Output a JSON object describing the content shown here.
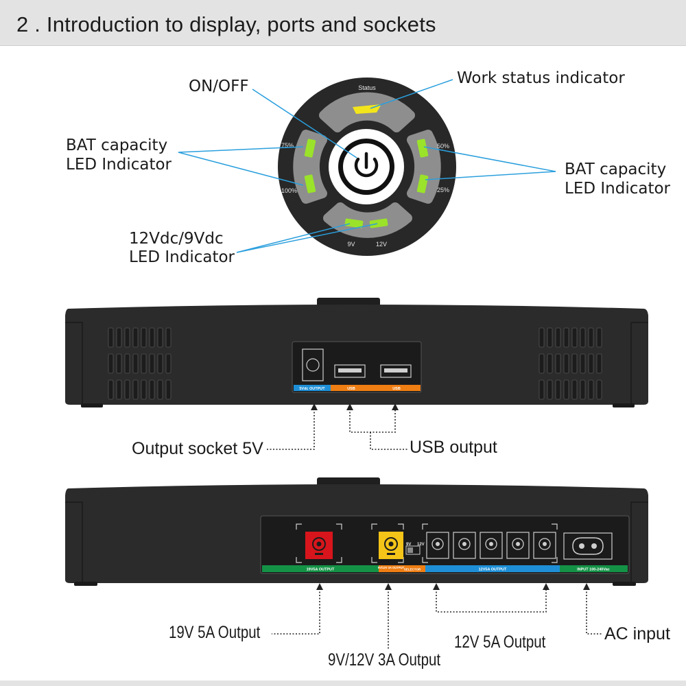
{
  "header": {
    "title": "2 . Introduction to display, ports and sockets"
  },
  "display_panel": {
    "labels": {
      "status": "Status",
      "pct_75": "75%",
      "pct_100": "100%",
      "pct_50": "50%",
      "pct_25": "25%",
      "v9": "9V",
      "v12": "12V"
    },
    "callouts": {
      "on_off": "ON/OFF",
      "work_status": "Work status indicator",
      "bat_left_1": "BAT capacity",
      "bat_left_2": "LED Indicator",
      "bat_right_1": "BAT capacity",
      "bat_right_2": "LED Indicator",
      "volt_1": "12Vdc/9Vdc",
      "volt_2": "LED Indicator"
    }
  },
  "front_panel": {
    "strip_labels": {
      "dc5v": "5Vdc OUTPUT",
      "usb1": "USB",
      "usb2": "USB"
    },
    "callouts": {
      "output_5v": "Output socket 5V",
      "usb_output": "USB output"
    }
  },
  "rear_panel": {
    "strip_labels": {
      "out19v": "19V5A OUTPUT",
      "out9_12": "9V/12V 3A OUTPUT",
      "selector": "SELECTOR",
      "out12v": "12V5A OUTPUT",
      "input": "INPUT 100-240Vac"
    },
    "switch_labels": {
      "v9": "9V",
      "v12": "12V"
    },
    "callouts": {
      "out19v": "19V 5A Output",
      "out9_12": "9V/12V 3A Output",
      "out12v": "12V 5A Output",
      "ac_input": "AC input"
    }
  },
  "colors": {
    "ring_gray": "#8e8e8e",
    "led_green": "#9be22a",
    "led_yellow": "#f3e51b",
    "leader_blue": "#2a9fdd",
    "strip_blue": "#1e8fd6",
    "strip_orange": "#ee7d13",
    "strip_green": "#149246",
    "port_red": "#d8151c",
    "port_yellow": "#f4c418",
    "body_dark": "#2b2b2b"
  }
}
